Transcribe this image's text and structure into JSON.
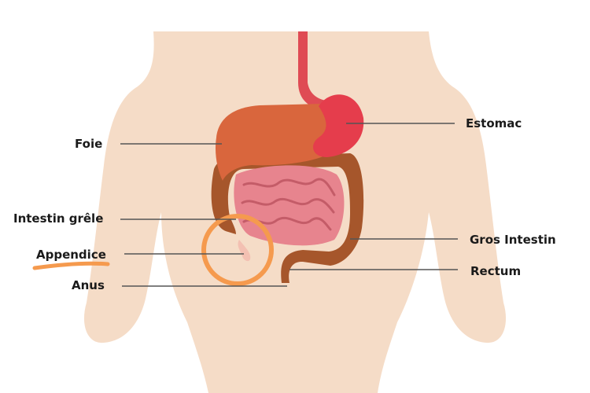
{
  "labels": {
    "foie": "Foie",
    "intestin_grele": "Intestin grêle",
    "appendice": "Appendice",
    "anus": "Anus",
    "estomac": "Estomac",
    "gros_intestin": "Gros Intestin",
    "rectum": "Rectum"
  },
  "colors": {
    "skin": "#f5dcc7",
    "liver": "#d9663d",
    "stomach": "#e53d4c",
    "small_intestine": "#e7848e",
    "large_intestine": "#a6562b",
    "highlight": "#f59a4e",
    "leader_line": "#555555"
  },
  "highlighted": "appendice"
}
